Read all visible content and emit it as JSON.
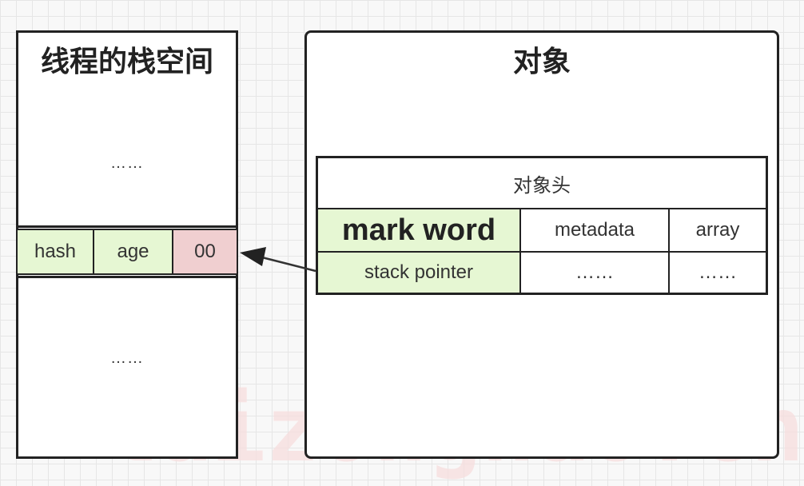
{
  "stack": {
    "title": "线程的栈空间",
    "top_dots": "……",
    "bottom_dots": "……",
    "row": {
      "hash": "hash",
      "age": "age",
      "lock_bits": "00"
    }
  },
  "object": {
    "title": "对象",
    "header_label": "对象头",
    "columns": {
      "mark_word": "mark word",
      "metadata": "metadata",
      "array": "array"
    },
    "row2": {
      "stack_pointer": "stack pointer",
      "metadata_dots": "……",
      "array_dots": "……"
    }
  },
  "watermark": "laizonghao.cn",
  "colors": {
    "highlight_green": "#e6f7d3",
    "highlight_pink": "#f0cfd0",
    "border": "#222222"
  }
}
